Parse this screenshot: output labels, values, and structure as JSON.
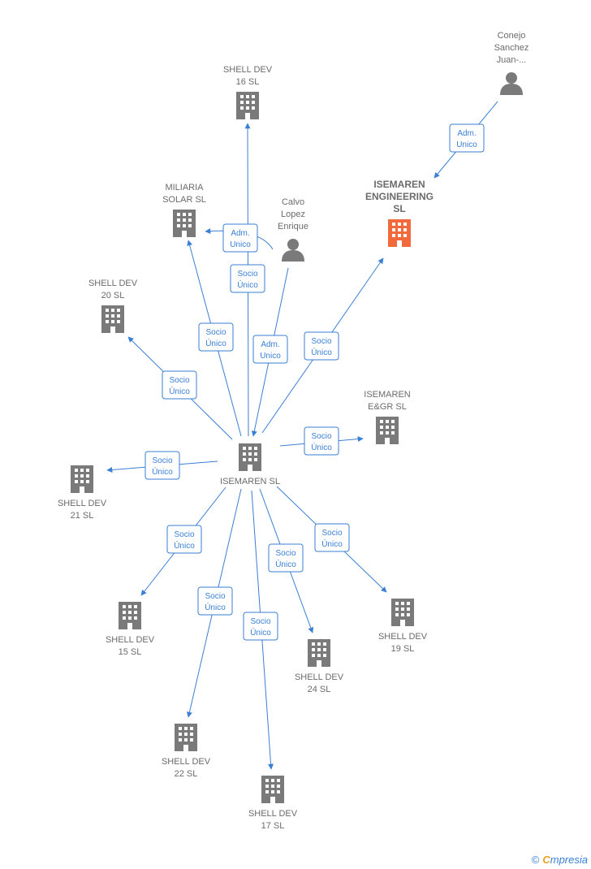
{
  "colors": {
    "edge": "#3a7fd5",
    "company": "#7a7a7a",
    "highlight": "#f26a3c",
    "person": "#7a7a7a"
  },
  "nodes": [
    {
      "id": "isemaren",
      "kind": "company",
      "lines": [
        "ISEMAREN SL"
      ],
      "icon": "building-icon"
    },
    {
      "id": "engineering",
      "kind": "company-highlight",
      "lines": [
        "ISEMAREN",
        "ENGINEERING",
        "SL"
      ],
      "icon": "building-icon"
    },
    {
      "id": "egr",
      "kind": "company",
      "lines": [
        "ISEMAREN",
        "E&GR  SL"
      ],
      "icon": "building-icon"
    },
    {
      "id": "dev16",
      "kind": "company",
      "lines": [
        "SHELL DEV",
        "16  SL"
      ],
      "icon": "building-icon"
    },
    {
      "id": "miliaria",
      "kind": "company",
      "lines": [
        "MILIARIA",
        "SOLAR  SL"
      ],
      "icon": "building-icon"
    },
    {
      "id": "dev20",
      "kind": "company",
      "lines": [
        "SHELL DEV",
        "20  SL"
      ],
      "icon": "building-icon"
    },
    {
      "id": "dev21",
      "kind": "company",
      "lines": [
        "SHELL DEV",
        "21  SL"
      ],
      "icon": "building-icon"
    },
    {
      "id": "dev15",
      "kind": "company",
      "lines": [
        "SHELL DEV",
        "15  SL"
      ],
      "icon": "building-icon"
    },
    {
      "id": "dev22",
      "kind": "company",
      "lines": [
        "SHELL DEV",
        "22  SL"
      ],
      "icon": "building-icon"
    },
    {
      "id": "dev17",
      "kind": "company",
      "lines": [
        "SHELL DEV",
        "17  SL"
      ],
      "icon": "building-icon"
    },
    {
      "id": "dev24",
      "kind": "company",
      "lines": [
        "SHELL DEV",
        "24  SL"
      ],
      "icon": "building-icon"
    },
    {
      "id": "dev19",
      "kind": "company",
      "lines": [
        "SHELL DEV",
        "19  SL"
      ],
      "icon": "building-icon"
    },
    {
      "id": "calvo",
      "kind": "person",
      "lines": [
        "Calvo",
        "Lopez",
        "Enrique"
      ],
      "icon": "person-icon"
    },
    {
      "id": "conejo",
      "kind": "person",
      "lines": [
        "Conejo",
        "Sanchez",
        "Juan-..."
      ],
      "icon": "person-icon"
    }
  ],
  "edges": [
    {
      "from": "isemaren",
      "to": "dev16",
      "label": [
        "Socio",
        "Único"
      ]
    },
    {
      "from": "isemaren",
      "to": "miliaria",
      "label": [
        "Socio",
        "Único"
      ]
    },
    {
      "from": "isemaren",
      "to": "dev20",
      "label": [
        "Socio",
        "Único"
      ]
    },
    {
      "from": "isemaren",
      "to": "dev21",
      "label": [
        "Socio",
        "Único"
      ]
    },
    {
      "from": "isemaren",
      "to": "dev15",
      "label": [
        "Socio",
        "Único"
      ]
    },
    {
      "from": "isemaren",
      "to": "dev22",
      "label": [
        "Socio",
        "Único"
      ]
    },
    {
      "from": "isemaren",
      "to": "dev17",
      "label": [
        "Socio",
        "Único"
      ]
    },
    {
      "from": "isemaren",
      "to": "dev24",
      "label": [
        "Socio",
        "Único"
      ]
    },
    {
      "from": "isemaren",
      "to": "dev19",
      "label": [
        "Socio",
        "Único"
      ]
    },
    {
      "from": "isemaren",
      "to": "egr",
      "label": [
        "Socio",
        "Único"
      ]
    },
    {
      "from": "isemaren",
      "to": "engineering",
      "label": [
        "Socio",
        "Único"
      ]
    },
    {
      "from": "calvo",
      "to": "isemaren",
      "label": [
        "Adm.",
        "Unico"
      ]
    },
    {
      "from": "calvo",
      "to": "miliaria",
      "label": [
        "Adm.",
        "Unico"
      ]
    },
    {
      "from": "conejo",
      "to": "engineering",
      "label": [
        "Adm.",
        "Unico"
      ]
    }
  ],
  "footer": {
    "copyright": "©",
    "brand_first": "C",
    "brand_rest": "mpresia"
  }
}
